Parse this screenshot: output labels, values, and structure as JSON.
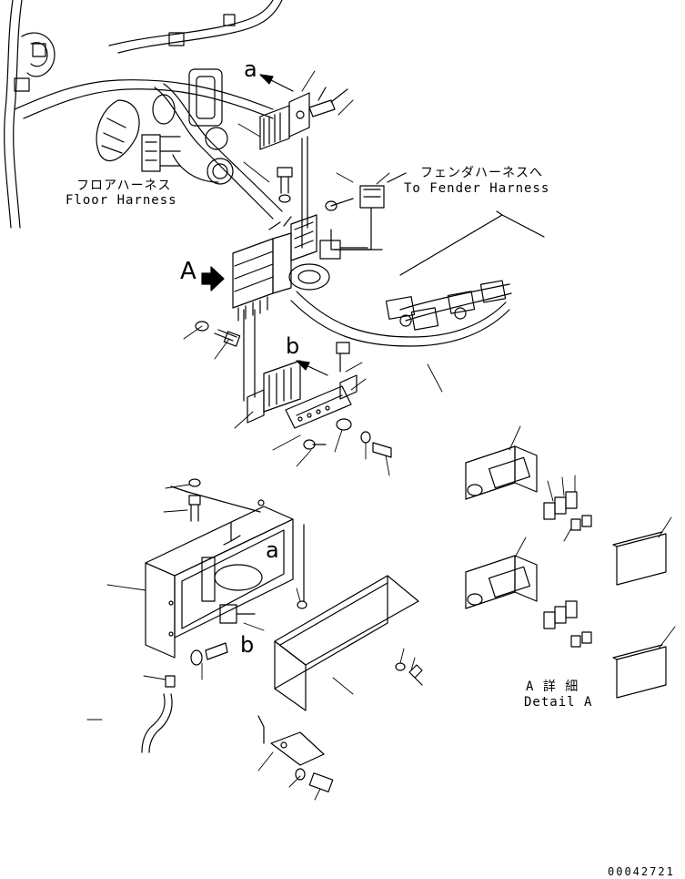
{
  "labels": {
    "floor_harness_jp": "フロアハーネス",
    "floor_harness_en": "Floor Harness",
    "fender_harness_jp": "フェンダハーネスへ",
    "fender_harness_en": "To Fender Harness",
    "view_a": "A",
    "ref_a_upper": "a",
    "ref_a_lower": "a",
    "ref_b_upper": "b",
    "ref_b_lower": "b",
    "detail_a_jp": "A 詳 細",
    "detail_a_en": "Detail A",
    "drawing_number": "00042721"
  },
  "icons": [
    "view-arrow-icon",
    "direction-arrow-icon"
  ]
}
